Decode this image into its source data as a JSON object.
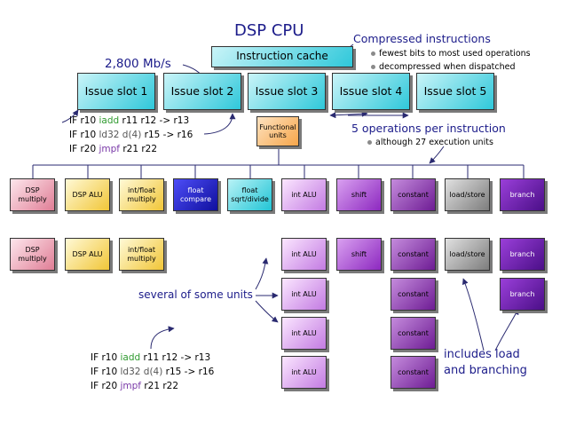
{
  "title": "DSP CPU",
  "instruction_cache": "Instruction cache",
  "compressed": {
    "heading": "Compressed instructions",
    "bullets": [
      "fewest bits to most used operations",
      "decompressed when dispatched"
    ]
  },
  "bandwidth": "2,800 Mb/s",
  "issue_slots": [
    "Issue slot 1",
    "Issue slot 2",
    "Issue slot 3",
    "Issue slot 4",
    "Issue slot 5"
  ],
  "functional_units": "Functional units",
  "ops_note": {
    "heading": "5 operations per instruction",
    "bullet": "although 27 execution units"
  },
  "code_top": [
    {
      "prefix": "IF r10 ",
      "op": "iadd",
      "rest": " r11  r12  -> r13"
    },
    {
      "prefix": "IF r10 ",
      "op": "ld32 d(4)",
      "rest": " r15  -> r16"
    },
    {
      "prefix": "IF r20 ",
      "op": "jmpf",
      "rest": " r21  r22"
    }
  ],
  "code_bottom": [
    {
      "prefix": "IF r10 ",
      "op": "iadd",
      "rest": " r11  r12  -> r13"
    },
    {
      "prefix": "IF r10 ",
      "op": "ld32 d(4)",
      "rest": " r15  -> r16"
    },
    {
      "prefix": "IF r20 ",
      "op": "jmpf",
      "rest": " r21  r22"
    }
  ],
  "op_colors": {
    "iadd": "#2f9a2f",
    "ld32 d(4)": "#555555",
    "jmpf": "#7a3aa8"
  },
  "units_row1": [
    "DSP multiply",
    "DSP ALU",
    "int/float multiply",
    "float compare",
    "float sqrt/divide",
    "int ALU",
    "shift",
    "constant",
    "load/store",
    "branch"
  ],
  "units_row2": [
    "DSP multiply",
    "DSP ALU",
    "int/float multiply",
    "int ALU",
    "shift",
    "constant",
    "load/store",
    "branch"
  ],
  "int_alu_extra": [
    "int ALU",
    "int ALU",
    "int ALU"
  ],
  "constant_extra": [
    "constant",
    "constant",
    "constant"
  ],
  "branch_extra": [
    "branch"
  ],
  "several_note": "several of some units",
  "includes_note": [
    "includes load",
    "and branching"
  ],
  "title_color": "#1c1c8a",
  "arrow_color": "#2a2a70"
}
